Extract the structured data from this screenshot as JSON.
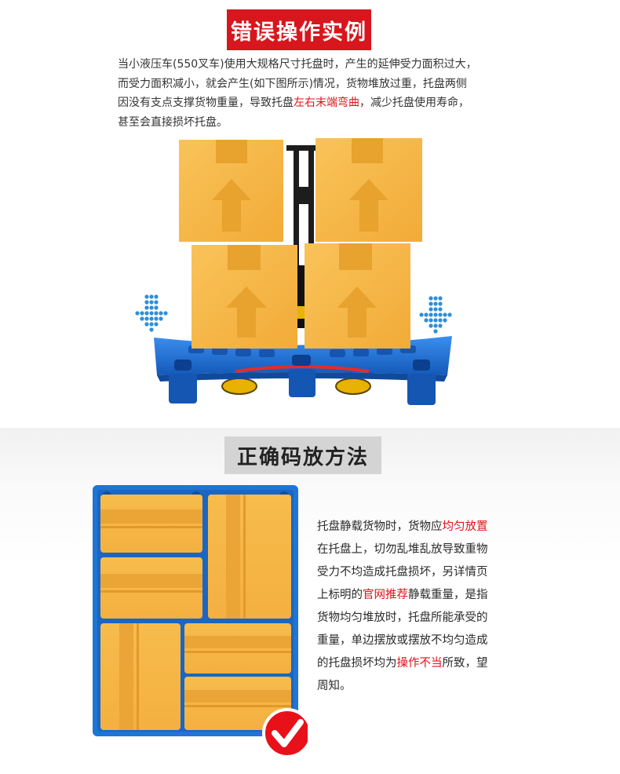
{
  "error_section": {
    "title": "错误操作实例",
    "paragraph": [
      {
        "parts": [
          {
            "text": "当小液压车(550叉车)使用大规格尺寸托盘时，产生的延伸受力面积过大，",
            "hl": false
          }
        ]
      },
      {
        "parts": [
          {
            "text": "而受力面积减小，就会产生(如下图所示)情况，货物堆放过重，托盘两侧",
            "hl": false
          }
        ]
      },
      {
        "parts": [
          {
            "text": "因没有支点支撑货物重量，导致托盘",
            "hl": false
          },
          {
            "text": "左右末端弯曲",
            "hl": true
          },
          {
            "text": "，减少托盘使用寿命，",
            "hl": false
          }
        ]
      },
      {
        "parts": [
          {
            "text": "甚至会直接损坏托盘。",
            "hl": false
          }
        ]
      }
    ]
  },
  "correct_section": {
    "title": "正确码放方法",
    "paragraph": [
      {
        "parts": [
          {
            "text": "托盘静载货物时，货物应",
            "hl": false
          },
          {
            "text": "均匀放置",
            "hl": true
          }
        ]
      },
      {
        "parts": [
          {
            "text": "在托盘上，切勿乱堆乱放导致重物",
            "hl": false
          }
        ]
      },
      {
        "parts": [
          {
            "text": "受力不均造成托盘损坏，另详情页",
            "hl": false
          }
        ]
      },
      {
        "parts": [
          {
            "text": "上标明的",
            "hl": false
          },
          {
            "text": "官网推荐",
            "hl": true
          },
          {
            "text": "静载重量，是指",
            "hl": false
          }
        ]
      },
      {
        "parts": [
          {
            "text": "货物均匀堆放时，托盘所能承受的",
            "hl": false
          }
        ]
      },
      {
        "parts": [
          {
            "text": "重量，单边摆放或摆放不均匀造成",
            "hl": false
          }
        ]
      },
      {
        "parts": [
          {
            "text": "的托盘损坏均为",
            "hl": false
          },
          {
            "text": "操作不当",
            "hl": true
          },
          {
            "text": "所致，望",
            "hl": false
          }
        ]
      },
      {
        "parts": [
          {
            "text": "周知。",
            "hl": false
          }
        ]
      }
    ]
  },
  "icons": {
    "down_arrows": "dotted-down-arrow-icon",
    "check": "check-mark-icon",
    "box_arrow": "up-arrow-icon"
  },
  "colors": {
    "title_red": "#d7161d",
    "highlight_red": "#e1121a",
    "pallet_blue": "#1f74d6",
    "box_yellow": "#f7b84b",
    "arrow_blue": "#2e8fd9"
  }
}
